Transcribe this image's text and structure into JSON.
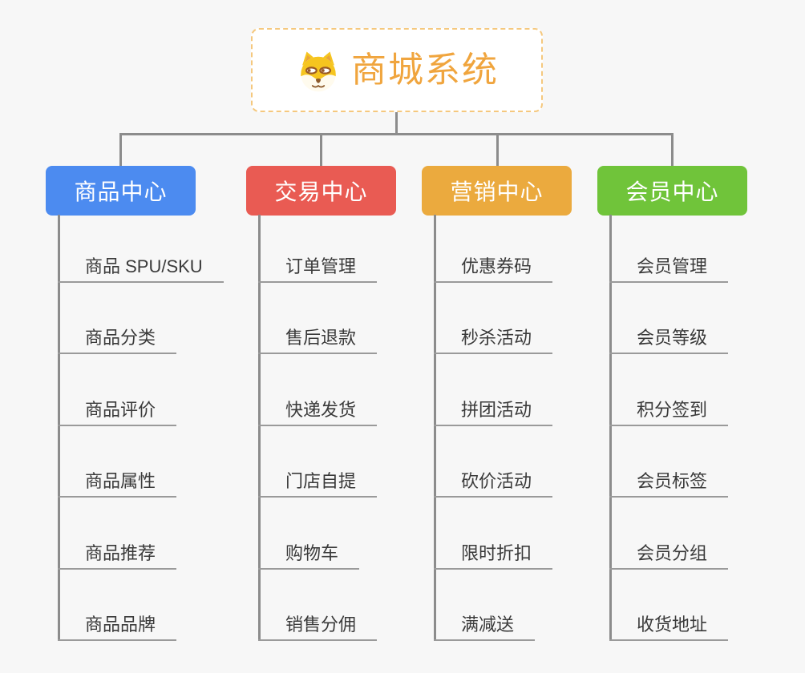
{
  "root": {
    "title": "商城系统",
    "icon": "dog-face-icon"
  },
  "branches": [
    {
      "label": "商品中心",
      "color": "#4C8BF0",
      "items": [
        "商品 SPU/SKU",
        "商品分类",
        "商品评价",
        "商品属性",
        "商品推荐",
        "商品品牌"
      ]
    },
    {
      "label": "交易中心",
      "color": "#E95B53",
      "items": [
        "订单管理",
        "售后退款",
        "快递发货",
        "门店自提",
        "购物车",
        "销售分佣"
      ]
    },
    {
      "label": "营销中心",
      "color": "#EBAA3E",
      "items": [
        "优惠券码",
        "秒杀活动",
        "拼团活动",
        "砍价活动",
        "限时折扣",
        "满减送"
      ]
    },
    {
      "label": "会员中心",
      "color": "#70C43A",
      "items": [
        "会员管理",
        "会员等级",
        "积分签到",
        "会员标签",
        "会员分组",
        "收货地址"
      ]
    }
  ],
  "colors": {
    "background": "#F7F7F7",
    "connector": "#8C8C8C",
    "root_border": "#F5C87E",
    "root_text": "#F0A53E",
    "leaf_text": "#3A3A3A"
  }
}
